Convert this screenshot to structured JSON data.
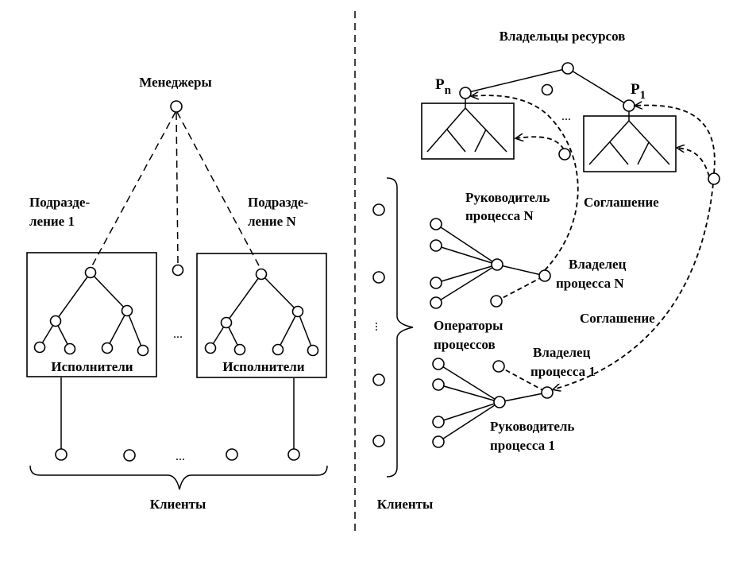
{
  "left": {
    "managers_label": "Менеджеры",
    "division1_label_line1": "Подразде-",
    "division1_label_line2": "ление 1",
    "divisionN_label_line1": "Подразде-",
    "divisionN_label_line2": "ление N",
    "executors_label_1": "Исполнители",
    "executors_label_N": "Исполнители",
    "ellipsis_divisions": "...",
    "ellipsis_clients": "...",
    "clients_label": "Клиенты"
  },
  "right": {
    "resource_owners_label": "Владельцы ресурсов",
    "pn_label": "P",
    "pn_sub": "n",
    "p1_label": "P",
    "p1_sub": "1",
    "ellipsis_owners": "...",
    "manager_N_line1": "Руководитель",
    "manager_N_line2": "процесса N",
    "agreement_1": "Соглашение",
    "owner_N_line1": "Владелец",
    "owner_N_line2": "процесса N",
    "operators_line1": "Операторы",
    "operators_line2": "процессов",
    "agreement_2": "Соглашение",
    "owner_1_line1": "Владелец",
    "owner_1_line2": "процесса 1",
    "manager_1_line1": "Руководитель",
    "manager_1_line2": "процесса 1",
    "ellipsis_clients": "...",
    "clients_label": "Клиенты"
  }
}
